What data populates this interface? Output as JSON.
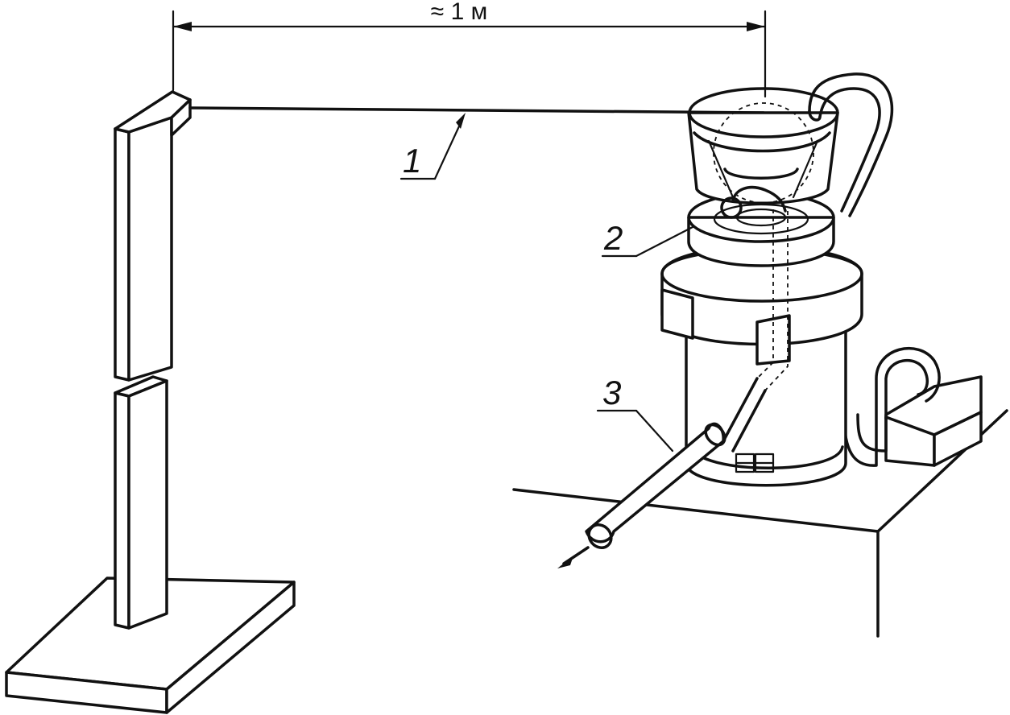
{
  "dimension": {
    "label": "≈ 1 м"
  },
  "callouts": [
    {
      "id": "1",
      "label": "1"
    },
    {
      "id": "2",
      "label": "2"
    },
    {
      "id": "3",
      "label": "3"
    }
  ]
}
